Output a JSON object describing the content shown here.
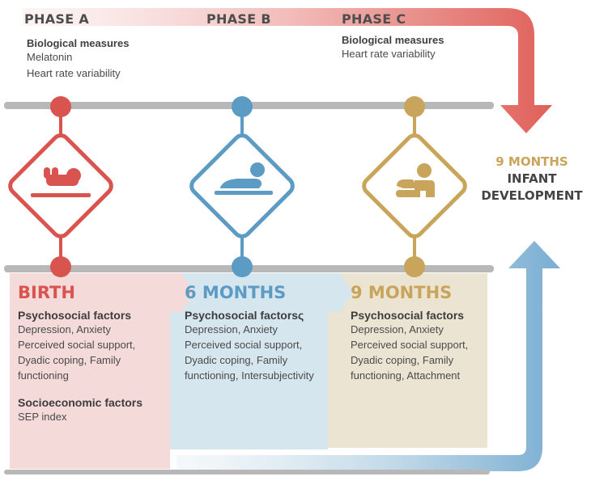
{
  "phases": [
    {
      "label": "PHASE A",
      "bio_title": "Biological measures",
      "bio_items": [
        "Melatonin",
        "Heart rate variability"
      ]
    },
    {
      "label": "PHASE B"
    },
    {
      "label": "PHASE C",
      "bio_title": "Biological measures",
      "bio_items": [
        "Heart rate variability"
      ]
    }
  ],
  "outcome": {
    "months": "9 MONTHS",
    "line1": "INFANT",
    "line2": "DEVELOPMENT"
  },
  "stages": [
    {
      "title": "BIRTH",
      "color": "#d9534f",
      "icon": "newborn-icon",
      "psy_title": "Psychosocial factors",
      "psy_lines": [
        "Depression, Anxiety",
        "Perceived social support,",
        "Dyadic coping, Family",
        "functioning"
      ],
      "socio_title": "Socioeconomic factors",
      "socio_lines": [
        "SEP index"
      ]
    },
    {
      "title": "6 MONTHS",
      "color": "#5b9bc4",
      "icon": "crawling-baby-icon",
      "psy_title": "Psychosocial factorsς",
      "psy_lines": [
        "Depression, Anxiety",
        "Perceived social support,",
        "Dyadic coping, Family",
        "functioning, Intersubjectivity"
      ]
    },
    {
      "title": "9 MONTHS",
      "color": "#c9a55c",
      "icon": "sitting-baby-icon",
      "psy_title": "Psychosocial factors",
      "psy_lines": [
        "Depression, Anxiety",
        "Perceived social support,",
        "Dyadic coping, Family",
        "functioning, Attachment"
      ]
    }
  ],
  "colors": {
    "red": "#e0605a",
    "blue": "#7aaed2",
    "gold": "#c9a55c",
    "gray": "#b7b7b7",
    "pink_bg": "#f5dada",
    "blue_bg": "#d6e6ee",
    "beige_bg": "#ece4d3"
  }
}
